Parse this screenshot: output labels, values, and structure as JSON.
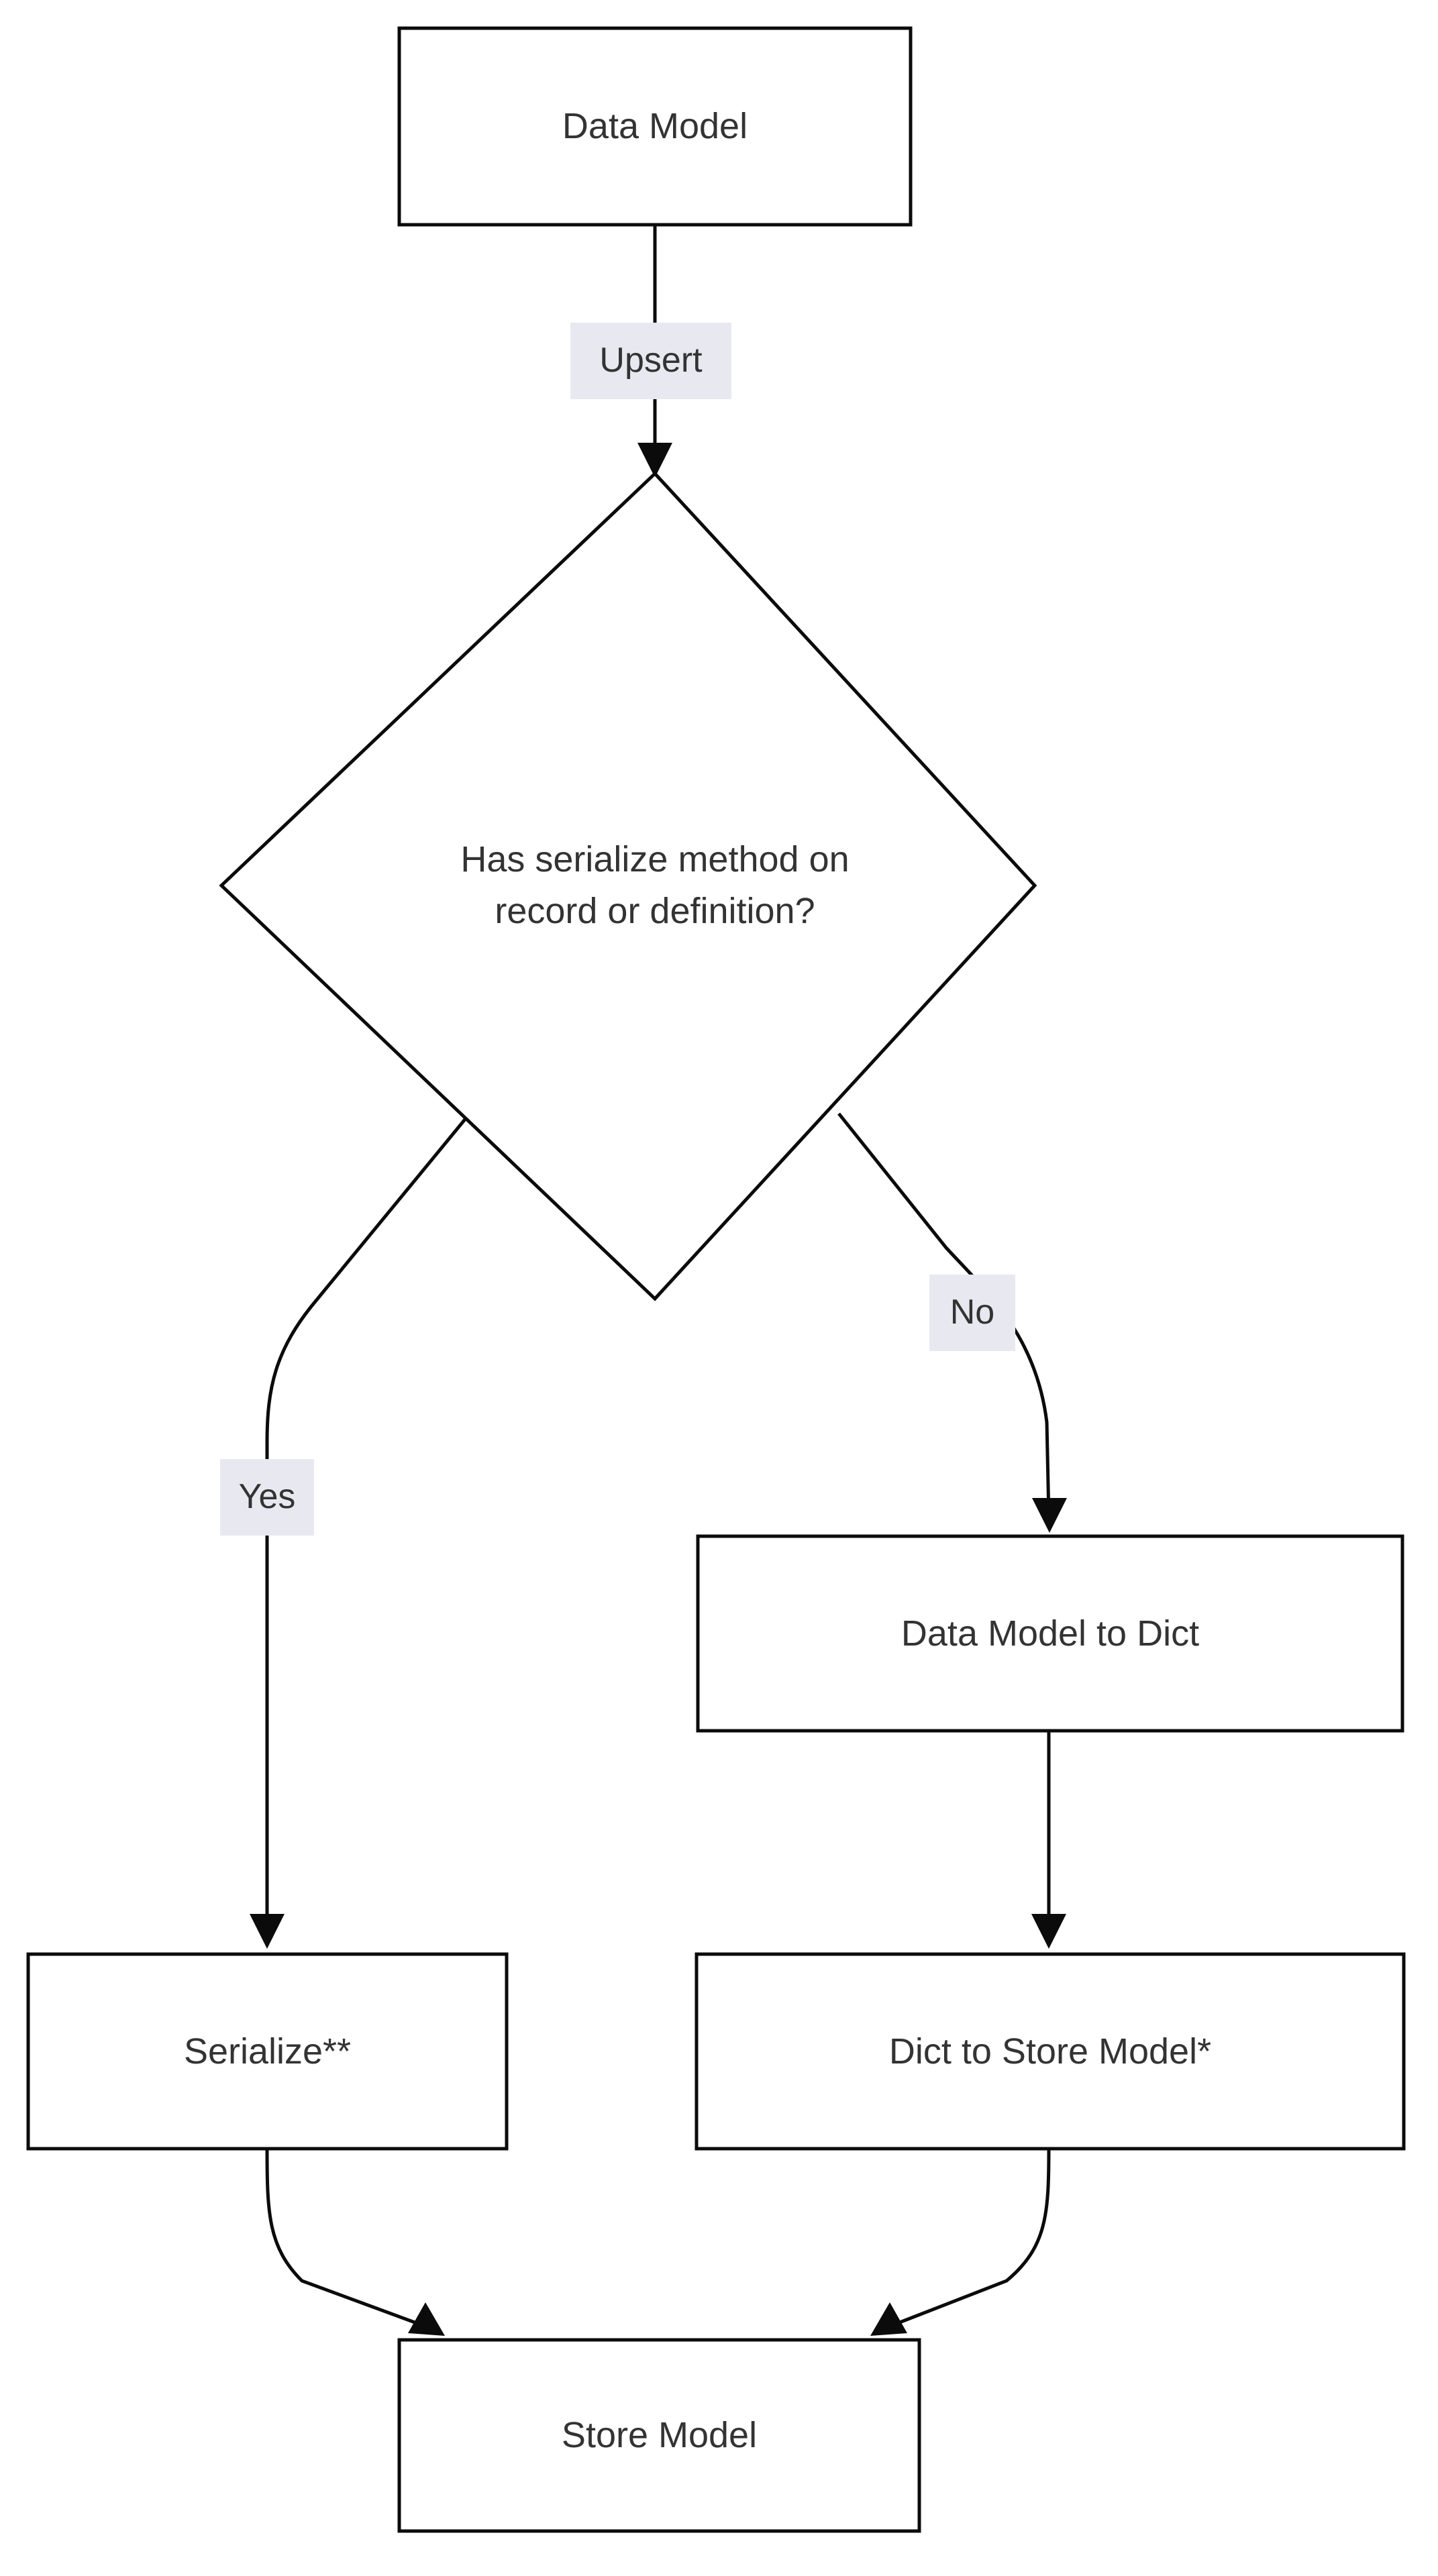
{
  "diagram": {
    "type": "flowchart",
    "direction": "top-down",
    "background_color": "#ffffff",
    "node_fill_color": "#ffffff",
    "node_stroke_color": "#0b0b0b",
    "text_color": "#333333",
    "edge_label_background_color": "#e8e8f0",
    "nodes": [
      {
        "id": "data-model",
        "shape": "rectangle",
        "label": "Data Model"
      },
      {
        "id": "has-serialize",
        "shape": "diamond",
        "label": "Has serialize method on\nrecord or definition?"
      },
      {
        "id": "data-model-to-dict",
        "shape": "rectangle",
        "label": "Data Model to Dict"
      },
      {
        "id": "serialize",
        "shape": "rectangle",
        "label": "Serialize**"
      },
      {
        "id": "dict-to-store-model",
        "shape": "rectangle",
        "label": "Dict to Store Model*"
      },
      {
        "id": "store-model",
        "shape": "rectangle",
        "label": "Store Model"
      }
    ],
    "edges": [
      {
        "from": "data-model",
        "to": "has-serialize",
        "label": "Upsert"
      },
      {
        "from": "has-serialize",
        "to": "serialize",
        "label": "Yes"
      },
      {
        "from": "has-serialize",
        "to": "data-model-to-dict",
        "label": "No"
      },
      {
        "from": "data-model-to-dict",
        "to": "dict-to-store-model",
        "label": ""
      },
      {
        "from": "serialize",
        "to": "store-model",
        "label": ""
      },
      {
        "from": "dict-to-store-model",
        "to": "store-model",
        "label": ""
      }
    ]
  }
}
